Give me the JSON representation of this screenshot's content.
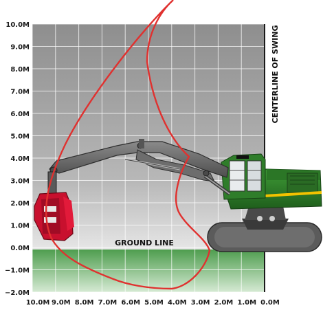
{
  "diagram": {
    "y_tick_labels": [
      "10.0M",
      "9.0M",
      "8.0M",
      "7.0M",
      "6.0M",
      "5.0M",
      "4.0M",
      "3.0M",
      "2.0M",
      "1.0M",
      "0.0M",
      "−1.0M",
      "−2.0M"
    ],
    "x_tick_labels": [
      "10.0M",
      "9.0M",
      "8.0M",
      "7.0M",
      "6.0M",
      "5.0M",
      "4.0M",
      "3.0M",
      "2.0M",
      "1.0M",
      "0.0M"
    ],
    "ground_line_label": "GROUND LINE",
    "centerline_label": "CENTERLINE OF SWING",
    "machine": "tracked feller buncher with felling head",
    "colors": {
      "above_ground": "#9a9a9a",
      "below_ground": "#5fa85f",
      "envelope": "#e0312f",
      "machine_body": "#2f7d2a",
      "accent": "#f2c200",
      "felling_head": "#c8102e",
      "boom": "#6a6a6a"
    }
  }
}
